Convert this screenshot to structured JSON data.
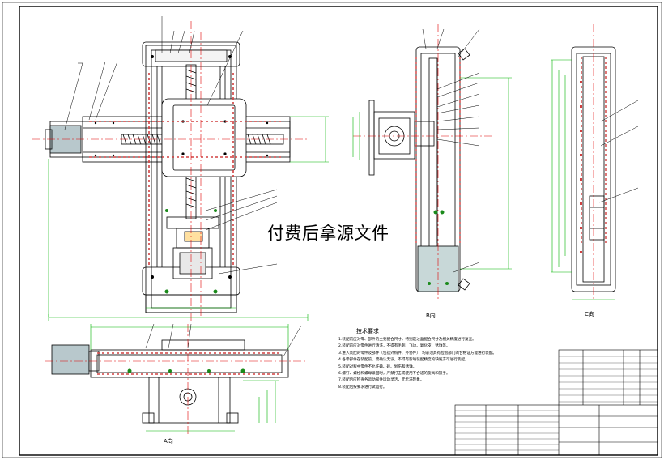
{
  "watermark": "付费后拿源文件",
  "views": {
    "side_view_label": "B向",
    "end_view_label": "C向",
    "bottom_view_label": "A向"
  },
  "technical_requirements": {
    "title": "技术要求",
    "items": [
      "1.装配前应对零、部件的主要配合尺寸，特别是过盈配合尺寸及相关精度进行复查。",
      "2.装配前应对零件进行清洗，不得有毛刺、飞边、氧化皮、锈蚀等。",
      "3.进入装配的零件及部件（包括外购件、外协件），均必须具有检验部门的合格证方能进行装配。",
      "4.各零部件在装配前，需确认无误，不得有影响装配精度的缺陷方可进行装配。",
      "5.装配过程中零件不允许磕、碰、划伤和锈蚀。",
      "6.螺钉、螺栓和螺母紧固时，严禁打击或使用不合适的旋具和扳手。",
      "7.装配后应检查各运动部件运动灵活，无卡滞现象。",
      "8.装配后按要求进行试运行。"
    ]
  },
  "colors": {
    "line": "#000000",
    "centerline": "#e00000",
    "dimension": "#00b400",
    "section_hatch": "#d04040",
    "motor_fill": "#b8c8cc",
    "blue_mark": "#2040c0"
  }
}
